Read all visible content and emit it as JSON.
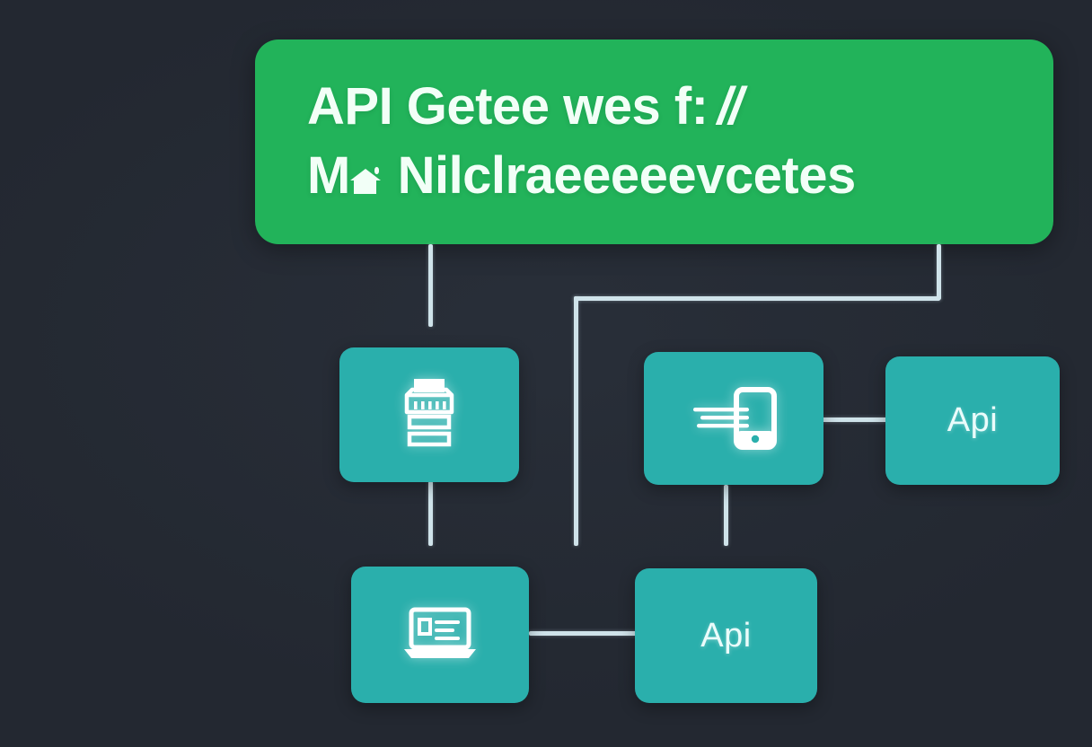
{
  "diagram": {
    "background_color": "#232831",
    "header": {
      "label": "api-gateway-header",
      "color": "#22b35a",
      "text_color": "#f2fff7",
      "line1_prefix": "API Getee wes f:",
      "line1_suffix": "//",
      "line2_prefix": "M",
      "line2_suffix": "Nilclraeeeeevcetes",
      "line2_icon": "house-icon"
    },
    "node_color": "#2aafac",
    "connector_color": "#cfe3ea",
    "nodes": [
      {
        "id": "node-server",
        "icon": "server-rack-icon",
        "label": ""
      },
      {
        "id": "node-mobile",
        "icon": "mobile-device-icon",
        "label": ""
      },
      {
        "id": "node-api-right",
        "icon": "",
        "label": "Api"
      },
      {
        "id": "node-laptop",
        "icon": "laptop-icon",
        "label": ""
      },
      {
        "id": "node-api-bottom",
        "icon": "",
        "label": "Api"
      }
    ],
    "connectors": [
      {
        "id": "header-to-server",
        "from": "header",
        "to": "node-server",
        "orientation": "vertical"
      },
      {
        "id": "header-to-branch-down",
        "from": "header",
        "to": "branch",
        "orientation": "vertical"
      },
      {
        "id": "branch-horizontal",
        "from": "branch",
        "to": "branch",
        "orientation": "horizontal"
      },
      {
        "id": "branch-to-bottom",
        "from": "branch",
        "to": "node-api-bottom",
        "orientation": "vertical"
      },
      {
        "id": "server-to-laptop",
        "from": "node-server",
        "to": "node-laptop",
        "orientation": "vertical"
      },
      {
        "id": "mobile-down",
        "from": "node-mobile",
        "to": "node-api-bottom",
        "orientation": "vertical"
      },
      {
        "id": "mobile-to-api",
        "from": "node-mobile",
        "to": "node-api-right",
        "orientation": "horizontal"
      },
      {
        "id": "laptop-to-api",
        "from": "node-laptop",
        "to": "node-api-bottom",
        "orientation": "horizontal"
      }
    ]
  }
}
